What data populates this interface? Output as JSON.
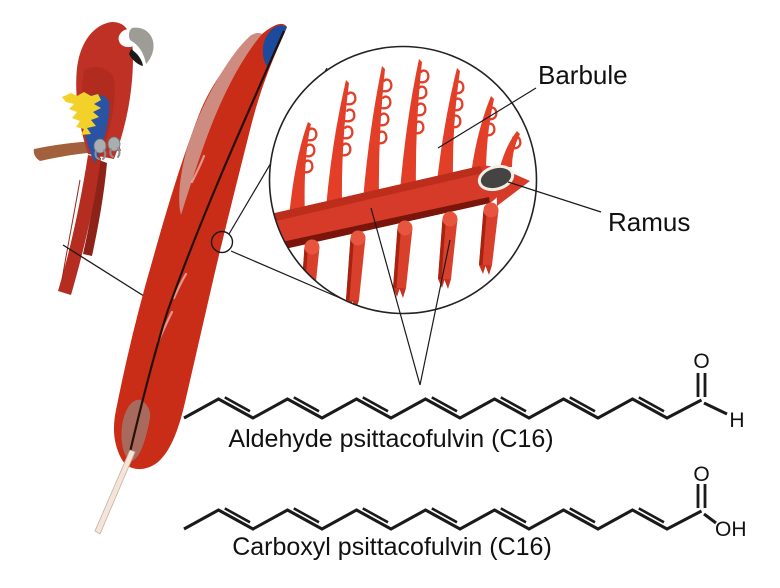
{
  "palette": {
    "feather_red": "#C92C17",
    "inset_red": "#D9402C",
    "inset_spike_red": "#E23E28",
    "parrot_red": "#BE3124",
    "wing_yellow": "#F2D12B",
    "wing_blue": "#2B53A3",
    "feather_tip_blue": "#1C4B9E",
    "branch_brown": "#A2613C",
    "bond_black": "#1A1A1A",
    "background": "#FFFFFF"
  },
  "inset": {
    "barbule_label": "Barbule",
    "ramus_label": "Ramus"
  },
  "molecules": [
    {
      "name": "Aldehyde psittacofulvin (C16)",
      "carbonyl_atom": "O",
      "end_group": "H"
    },
    {
      "name": "Carboxyl psittacofulvin (C16)",
      "carbonyl_atom": "O",
      "end_group": "OH"
    }
  ]
}
